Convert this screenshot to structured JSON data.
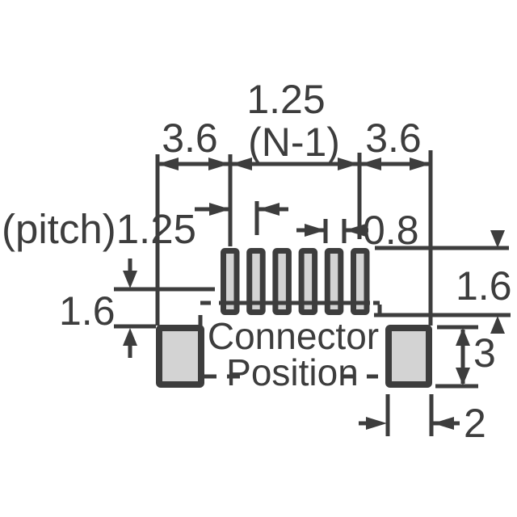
{
  "labels": {
    "total_pitch_value": "1.25",
    "total_pitch_qualifier": "(N-1)",
    "end_span_left": "3.6",
    "end_span_right": "3.6",
    "pitch": "(pitch)1.25",
    "pad_width": "0.8",
    "pad_length_right": "1.6",
    "row_gap_left": "1.6",
    "anchor_pad_height": "3",
    "anchor_pad_width": "2",
    "connector_note_line1": "Connector",
    "connector_note_line2": "Position"
  },
  "colors": {
    "line": "#3d3d3d",
    "pad_fill": "#d3d3d3",
    "background": "#ffffff"
  }
}
